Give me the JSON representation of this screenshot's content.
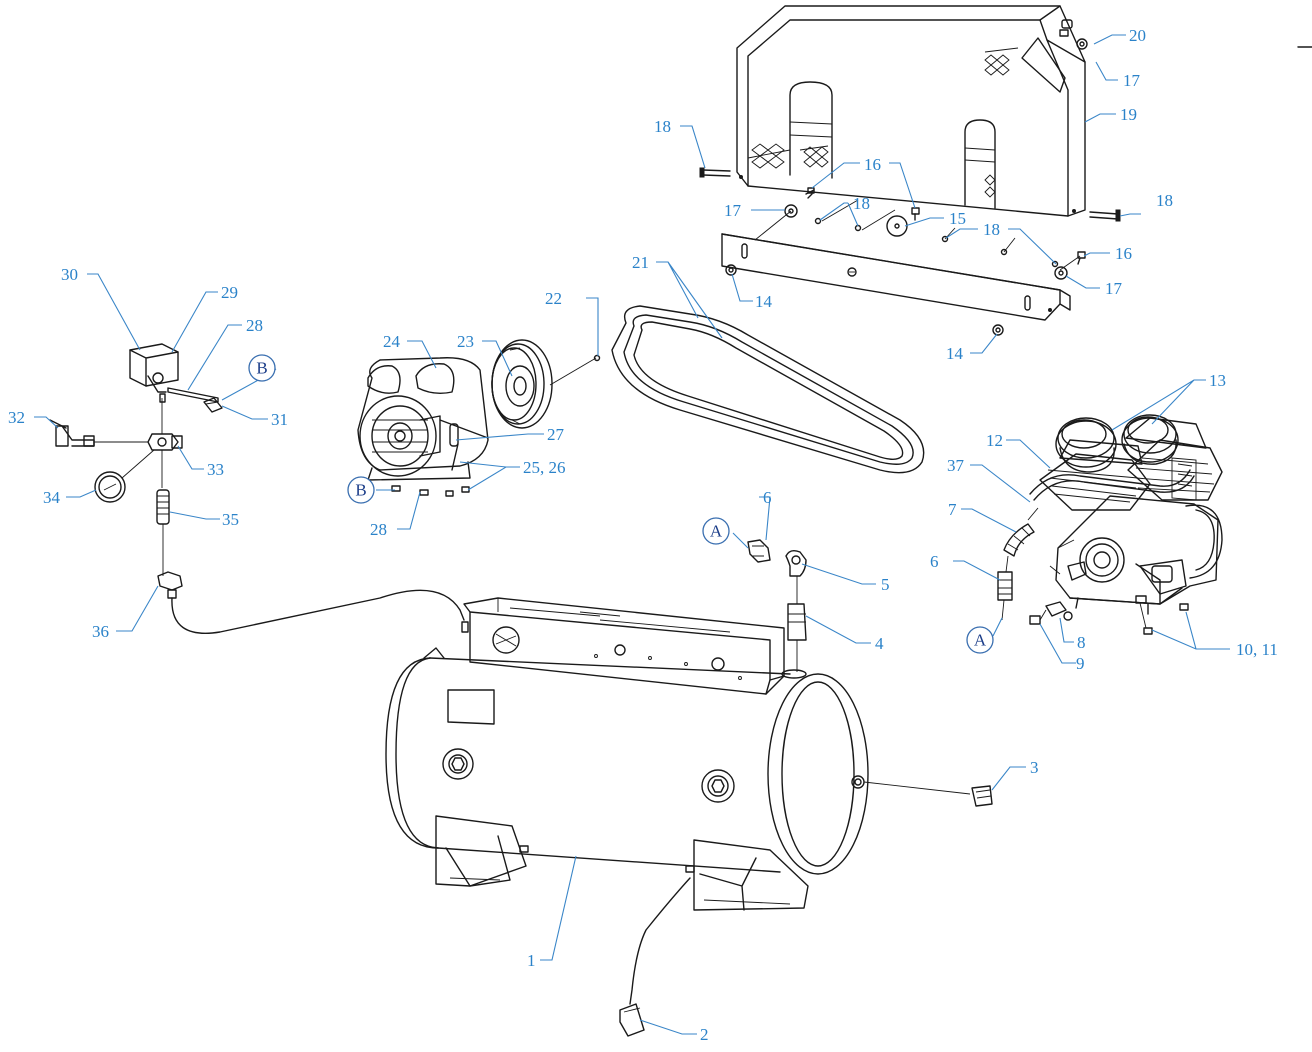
{
  "colors": {
    "callout": "#2a82c9",
    "line": "#1a1a1a",
    "connector_text": "#1d3f8a"
  },
  "callouts": [
    {
      "id": "c20",
      "text": "20"
    },
    {
      "id": "c17a",
      "text": "17"
    },
    {
      "id": "c19",
      "text": "19"
    },
    {
      "id": "c18a",
      "text": "18"
    },
    {
      "id": "c16a",
      "text": "16"
    },
    {
      "id": "c17b",
      "text": "17"
    },
    {
      "id": "c18b",
      "text": "18"
    },
    {
      "id": "c15",
      "text": "15"
    },
    {
      "id": "c18c",
      "text": "18"
    },
    {
      "id": "c18d",
      "text": "18"
    },
    {
      "id": "c16b",
      "text": "16"
    },
    {
      "id": "c14a",
      "text": "14"
    },
    {
      "id": "c17c",
      "text": "17"
    },
    {
      "id": "c21",
      "text": "21"
    },
    {
      "id": "c22",
      "text": "22"
    },
    {
      "id": "c14b",
      "text": "14"
    },
    {
      "id": "c30",
      "text": "30"
    },
    {
      "id": "c29",
      "text": "29"
    },
    {
      "id": "c28a",
      "text": "28"
    },
    {
      "id": "c24",
      "text": "24"
    },
    {
      "id": "c23",
      "text": "23"
    },
    {
      "id": "c31",
      "text": "31"
    },
    {
      "id": "c32",
      "text": "32"
    },
    {
      "id": "c27",
      "text": "27"
    },
    {
      "id": "c33",
      "text": "33"
    },
    {
      "id": "c2526",
      "text": "25, 26"
    },
    {
      "id": "c34",
      "text": "34"
    },
    {
      "id": "c35",
      "text": "35"
    },
    {
      "id": "c28b",
      "text": "28"
    },
    {
      "id": "c13",
      "text": "13"
    },
    {
      "id": "c12",
      "text": "12"
    },
    {
      "id": "c37",
      "text": "37"
    },
    {
      "id": "c6a",
      "text": "6"
    },
    {
      "id": "c7",
      "text": "7"
    },
    {
      "id": "c5",
      "text": "5"
    },
    {
      "id": "c6b",
      "text": "6"
    },
    {
      "id": "c4",
      "text": "4"
    },
    {
      "id": "c36",
      "text": "36"
    },
    {
      "id": "c8",
      "text": "8"
    },
    {
      "id": "c9",
      "text": "9"
    },
    {
      "id": "c1011",
      "text": "10, 11"
    },
    {
      "id": "c3",
      "text": "3"
    },
    {
      "id": "c1",
      "text": "1"
    },
    {
      "id": "c2",
      "text": "2"
    }
  ],
  "connectors": [
    {
      "id": "B1",
      "text": "B"
    },
    {
      "id": "B2",
      "text": "B"
    },
    {
      "id": "A1",
      "text": "A"
    },
    {
      "id": "A2",
      "text": "A"
    }
  ]
}
